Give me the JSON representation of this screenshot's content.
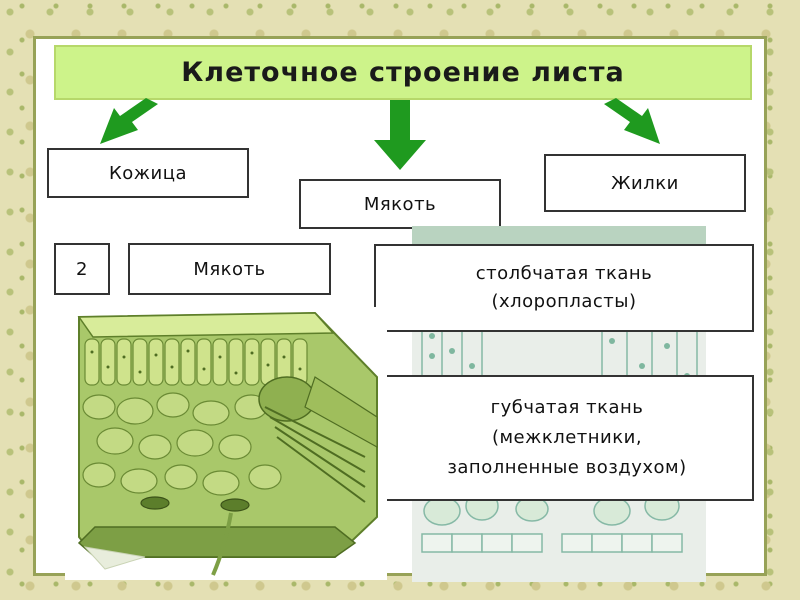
{
  "title": "Клеточное строение листа",
  "categories": {
    "skin": "Кожица",
    "pulp": "Мякоть",
    "veins": "Жилки"
  },
  "row2": {
    "number": "2",
    "label": "Мякоть"
  },
  "tissues": {
    "columnar": [
      "столбчатая ткань",
      "(хлоропласты)"
    ],
    "spongy": [
      "губчатая ткань",
      "(межклетники,",
      "заполненные воздухом)"
    ]
  },
  "colors": {
    "banner": "#cdf38a",
    "arrow": "#1f9a1f",
    "frame": "#97a257"
  },
  "icons": [
    "arrow-down-left-icon",
    "arrow-down-icon",
    "arrow-down-right-icon"
  ]
}
